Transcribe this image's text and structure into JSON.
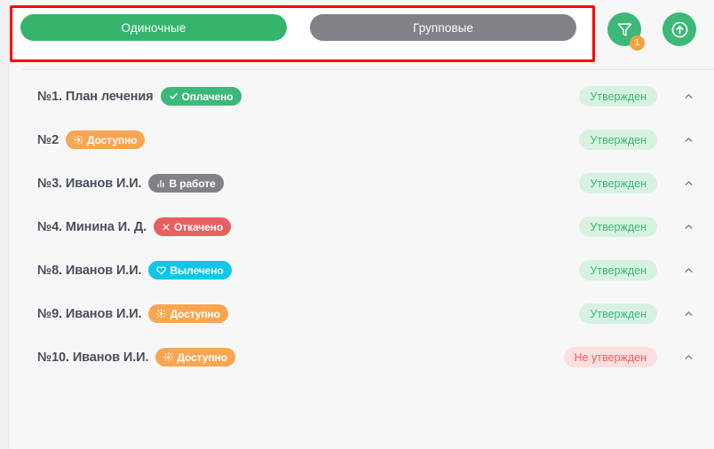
{
  "toolbar": {
    "tabs": [
      {
        "label": "Одиночные",
        "active": true
      },
      {
        "label": "Групповые",
        "active": false
      }
    ],
    "filter_button": {
      "icon": "filter-funnel-icon",
      "badge_count": "1"
    },
    "upload_button": {
      "icon": "arrow-up-circle-icon"
    }
  },
  "colors": {
    "accent_green": "#3cb878",
    "tab_inactive_gray": "#808287",
    "badge_orange": "#f6a03c",
    "status_available": "#f8a652",
    "status_in_progress": "#808287",
    "status_rolled_back": "#e85f62",
    "status_cured": "#13c6e8",
    "approved_bg": "#d8f2e2",
    "approved_text": "#3cb878",
    "not_approved_bg": "#fcdfe0",
    "not_approved_text": "#ef5f63",
    "highlight_box": "#ff0000"
  },
  "list": {
    "rows": [
      {
        "title": "№1. План лечения",
        "chip": {
          "label": "Оплачено",
          "icon": "check-icon",
          "style": "chip-paid"
        },
        "approval": {
          "label": "Утвержден",
          "style": "approval-yes"
        },
        "chevron": "chevron-up-icon"
      },
      {
        "title": "№2",
        "chip": {
          "label": "Доступно",
          "icon": "sun-icon",
          "style": "chip-avail"
        },
        "approval": {
          "label": "Утвержден",
          "style": "approval-yes"
        },
        "chevron": "chevron-up-icon"
      },
      {
        "title": "№3. Иванов И.И.",
        "chip": {
          "label": "В работе",
          "icon": "bar-chart-icon",
          "style": "chip-progress"
        },
        "approval": {
          "label": "Утвержден",
          "style": "approval-yes"
        },
        "chevron": "chevron-up-icon"
      },
      {
        "title": "№4. Минина И. Д.",
        "chip": {
          "label": "Откачено",
          "icon": "close-x-icon",
          "style": "chip-rolled"
        },
        "approval": {
          "label": "Утвержден",
          "style": "approval-yes"
        },
        "chevron": "chevron-up-icon"
      },
      {
        "title": "№8. Иванов И.И.",
        "chip": {
          "label": "Вылечено",
          "icon": "heart-icon",
          "style": "chip-cured"
        },
        "approval": {
          "label": "Утвержден",
          "style": "approval-yes"
        },
        "chevron": "chevron-up-icon"
      },
      {
        "title": "№9. Иванов И.И.",
        "chip": {
          "label": "Доступно",
          "icon": "sun-icon",
          "style": "chip-avail"
        },
        "approval": {
          "label": "Утвержден",
          "style": "approval-yes"
        },
        "chevron": "chevron-up-icon"
      },
      {
        "title": "№10. Иванов И.И.",
        "chip": {
          "label": "Доступно",
          "icon": "sun-icon",
          "style": "chip-avail"
        },
        "approval": {
          "label": "Не утвержден",
          "style": "approval-no"
        },
        "chevron": "chevron-up-icon"
      }
    ]
  }
}
